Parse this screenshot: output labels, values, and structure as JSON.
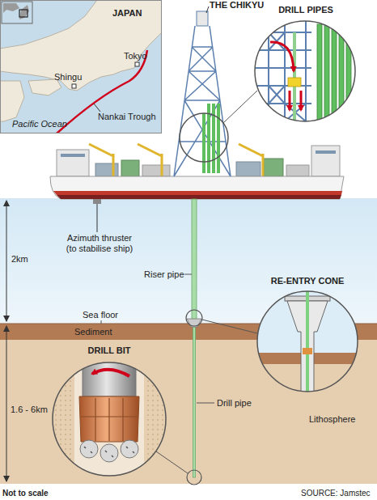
{
  "diagram": {
    "nodes": [
      {
        "text": [
          "JAPAN",
          "Tokyo",
          "Shingu",
          "Nankai Trough",
          "Pacific Ocean"
        ]
      },
      {
        "text": [
          "DRILL PIPES"
        ]
      },
      {
        "text": [
          "RE-ENTRY CONE"
        ]
      },
      {
        "text": [
          "DRILL BIT"
        ]
      }
    ],
    "labels": [
      "THE CHIKYU",
      "2km",
      "Azimuth thruster (to stabilise ship)",
      "Riser pipe",
      "Sea floor",
      "Sediment",
      "1.6 - 6km",
      "Drill pipe",
      "Lithosphere",
      "Not to scale",
      "SOURCE: Jamstec"
    ]
  }
}
